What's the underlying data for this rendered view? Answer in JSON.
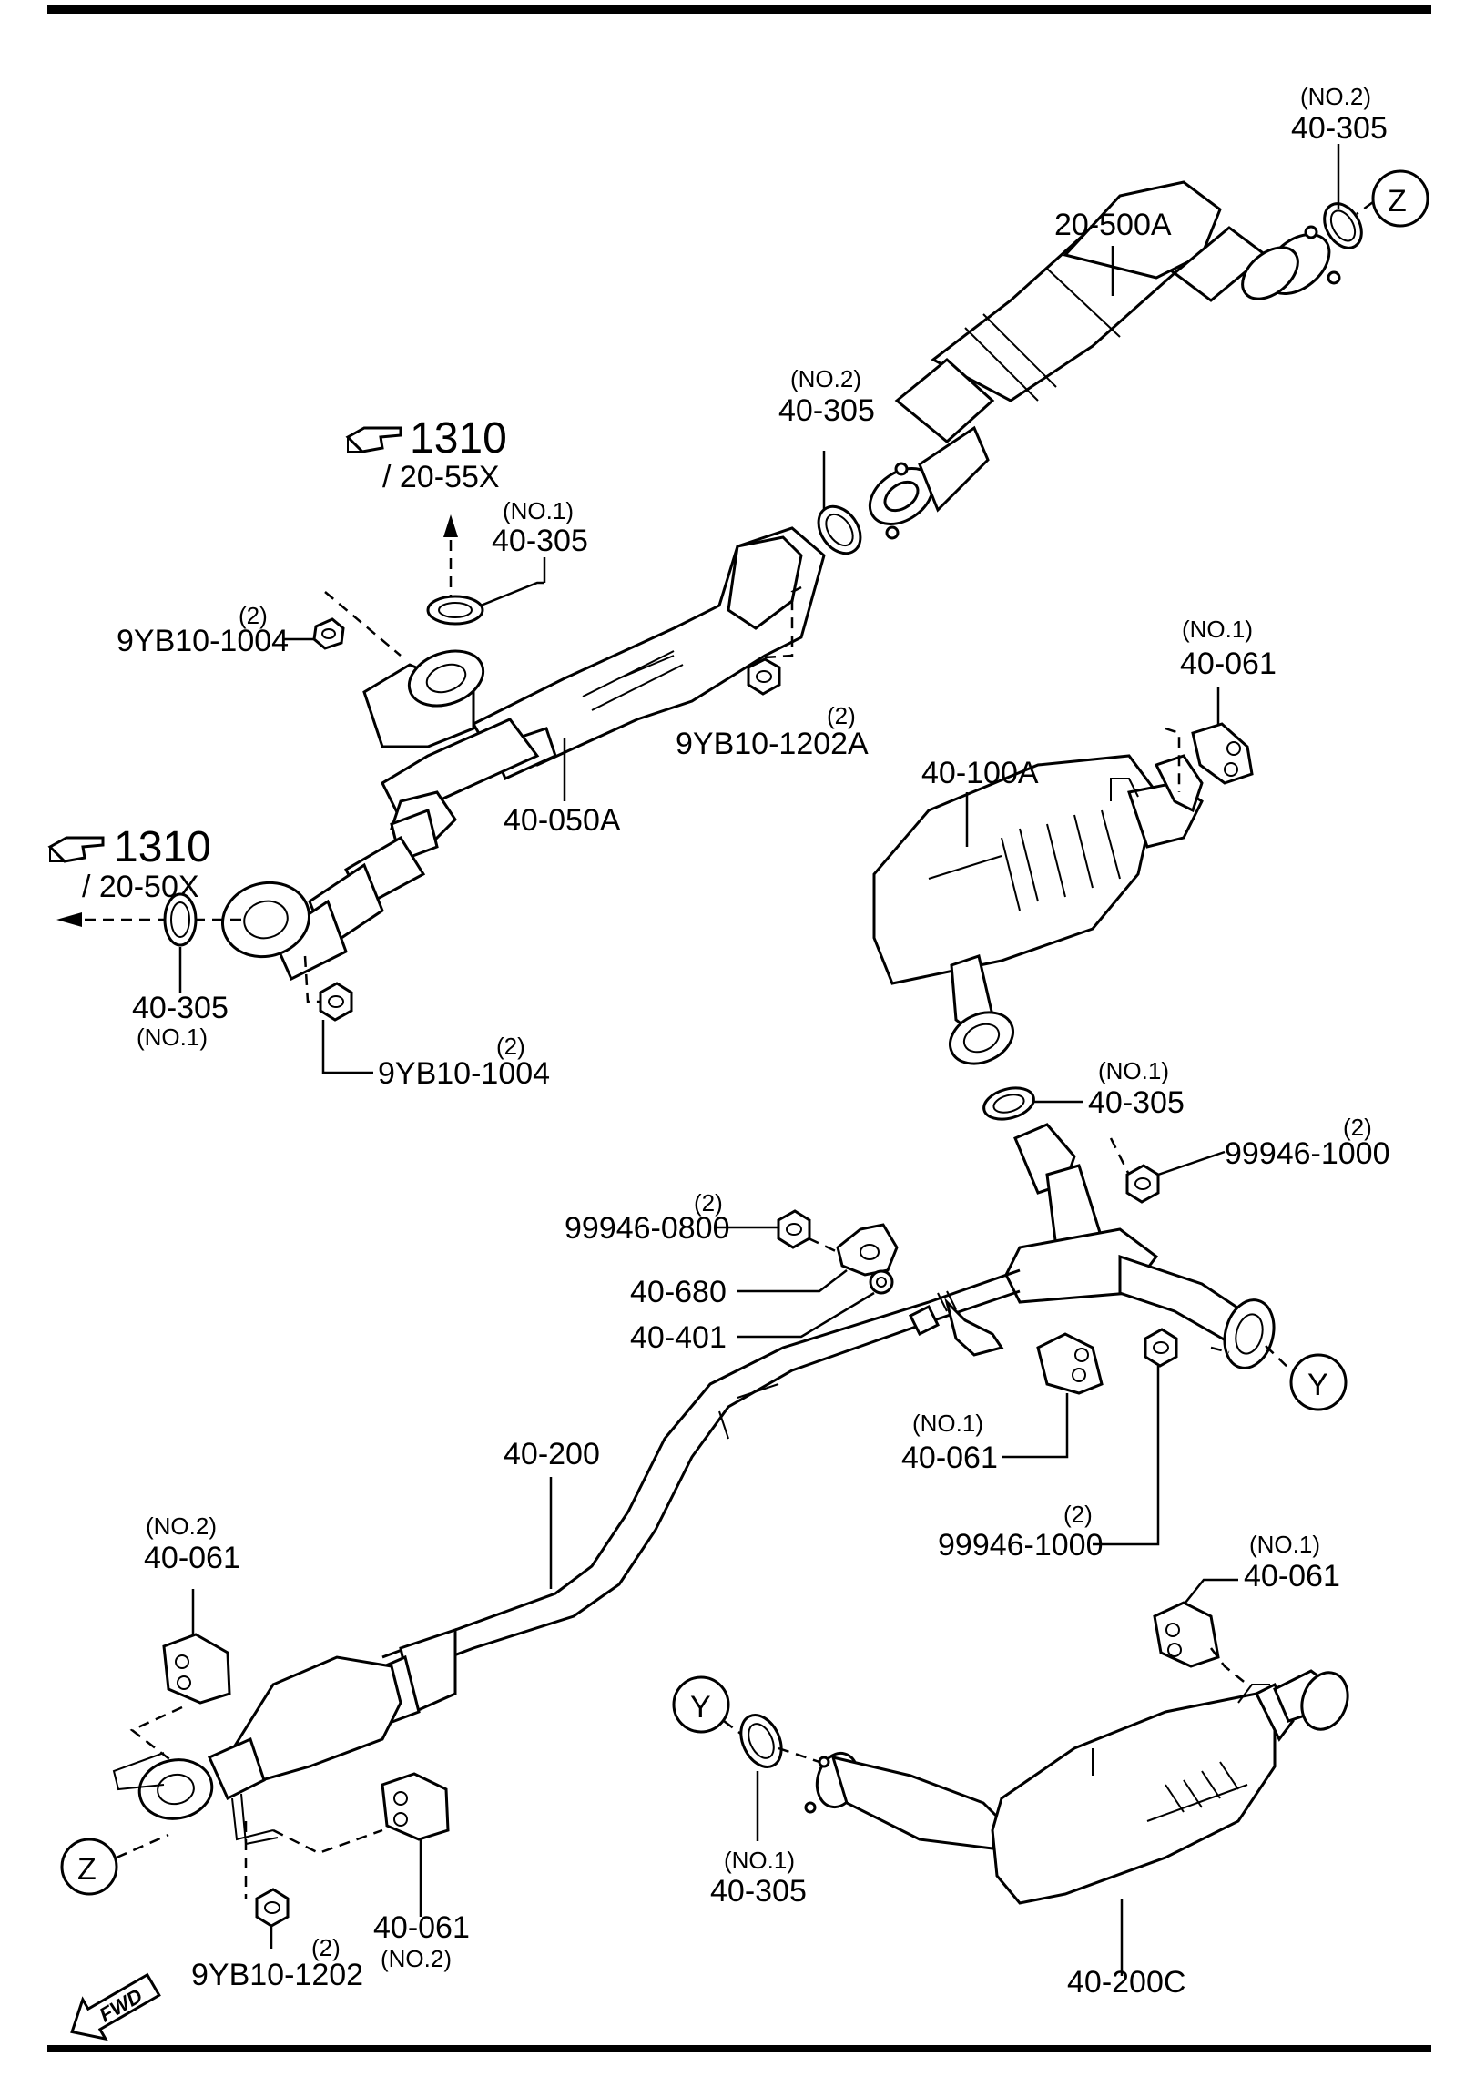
{
  "labels": {
    "ring_no2_top": "(NO.2)",
    "ring_40305_top": "40-305",
    "z_top": "Z",
    "cat_20500a": "20-500A",
    "ring_no2_mid": "(NO.2)",
    "ring_40305_mid": "40-305",
    "ref_1310_a": "1310",
    "ref_2055x": "/ 20-55X",
    "ring_no1_a": "(NO.1)",
    "ring_40305_a": "40-305",
    "nut_q_a": "(2)",
    "nut_9yb10_1004_a": "9YB10-1004",
    "nut_q_b": "(2)",
    "nut_9yb10_1202a": "9YB10-1202A",
    "pipe_40050a": "40-050A",
    "ref_1310_b": "1310",
    "ref_2050x": "/ 20-50X",
    "ring_40305_b": "40-305",
    "ring_no1_b": "(NO.1)",
    "nut_q_c": "(2)",
    "nut_9yb10_1004_b": "9YB10-1004",
    "hanger_no1_a": "(NO.1)",
    "hanger_40061_a": "40-061",
    "muffler_40100a": "40-100A",
    "ring_no1_c": "(NO.1)",
    "ring_40305_c": "40-305",
    "nut_q_d": "(2)",
    "nut_99946_1000_a": "99946-1000",
    "nut_q_e": "(2)",
    "nut_99946_0800": "99946-0800",
    "bracket_40680": "40-680",
    "rubber_40401": "40-401",
    "y_right": "Y",
    "hanger_no1_b": "(NO.1)",
    "hanger_40061_b": "40-061",
    "pipe_40200": "40-200",
    "nut_q_f": "(2)",
    "nut_99946_1000_b": "99946-1000",
    "hanger_no2_a": "(NO.2)",
    "hanger_40061_c": "40-061",
    "hanger_no1_c": "(NO.1)",
    "hanger_40061_d": "40-061",
    "y_left": "Y",
    "z_bottom": "Z",
    "ring_no1_d": "(NO.1)",
    "ring_40305_d": "40-305",
    "hanger_40061_e": "40-061",
    "hanger_no2_b": "(NO.2)",
    "nut_q_g": "(2)",
    "nut_9yb10_1202": "9YB10-1202",
    "muffler_40200c": "40-200C",
    "fwd": "FWD"
  },
  "icons": {
    "reference": "pointing-hand-icon",
    "direction": "fwd-arrow-icon"
  }
}
